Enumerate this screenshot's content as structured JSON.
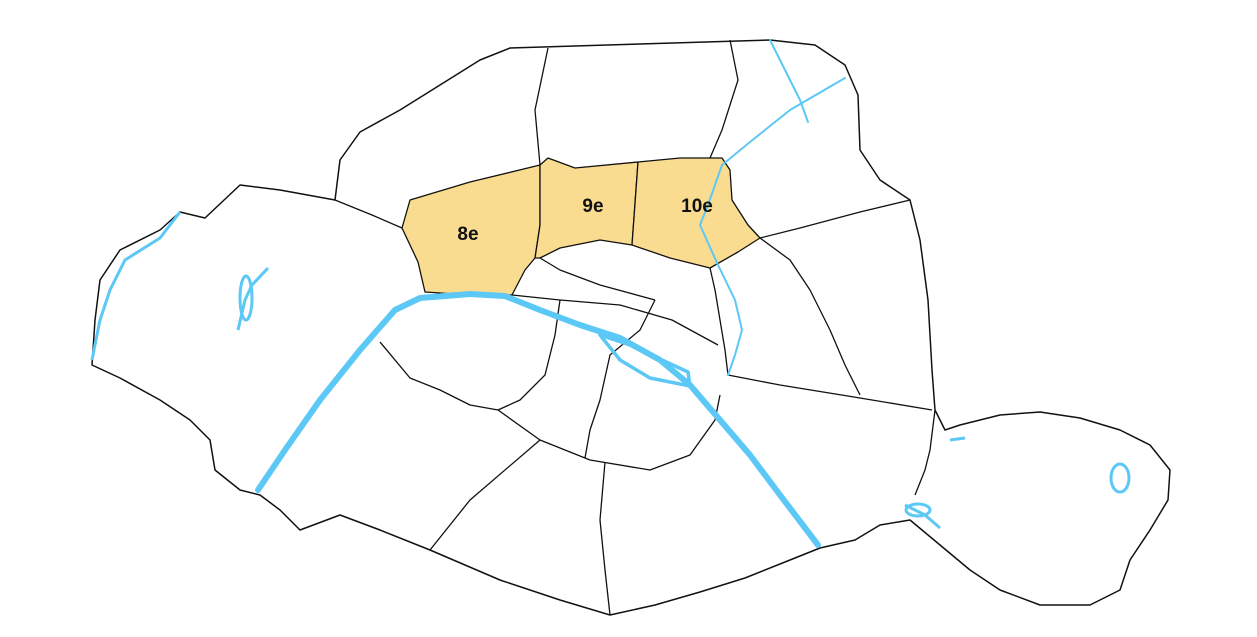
{
  "map": {
    "highlight_color": "#fadc90",
    "water_color": "#5bc8f5",
    "outline_color": "#111111",
    "districts": [
      {
        "id": "8",
        "label": "8e"
      },
      {
        "id": "9",
        "label": "9e"
      },
      {
        "id": "10",
        "label": "10e"
      }
    ]
  }
}
